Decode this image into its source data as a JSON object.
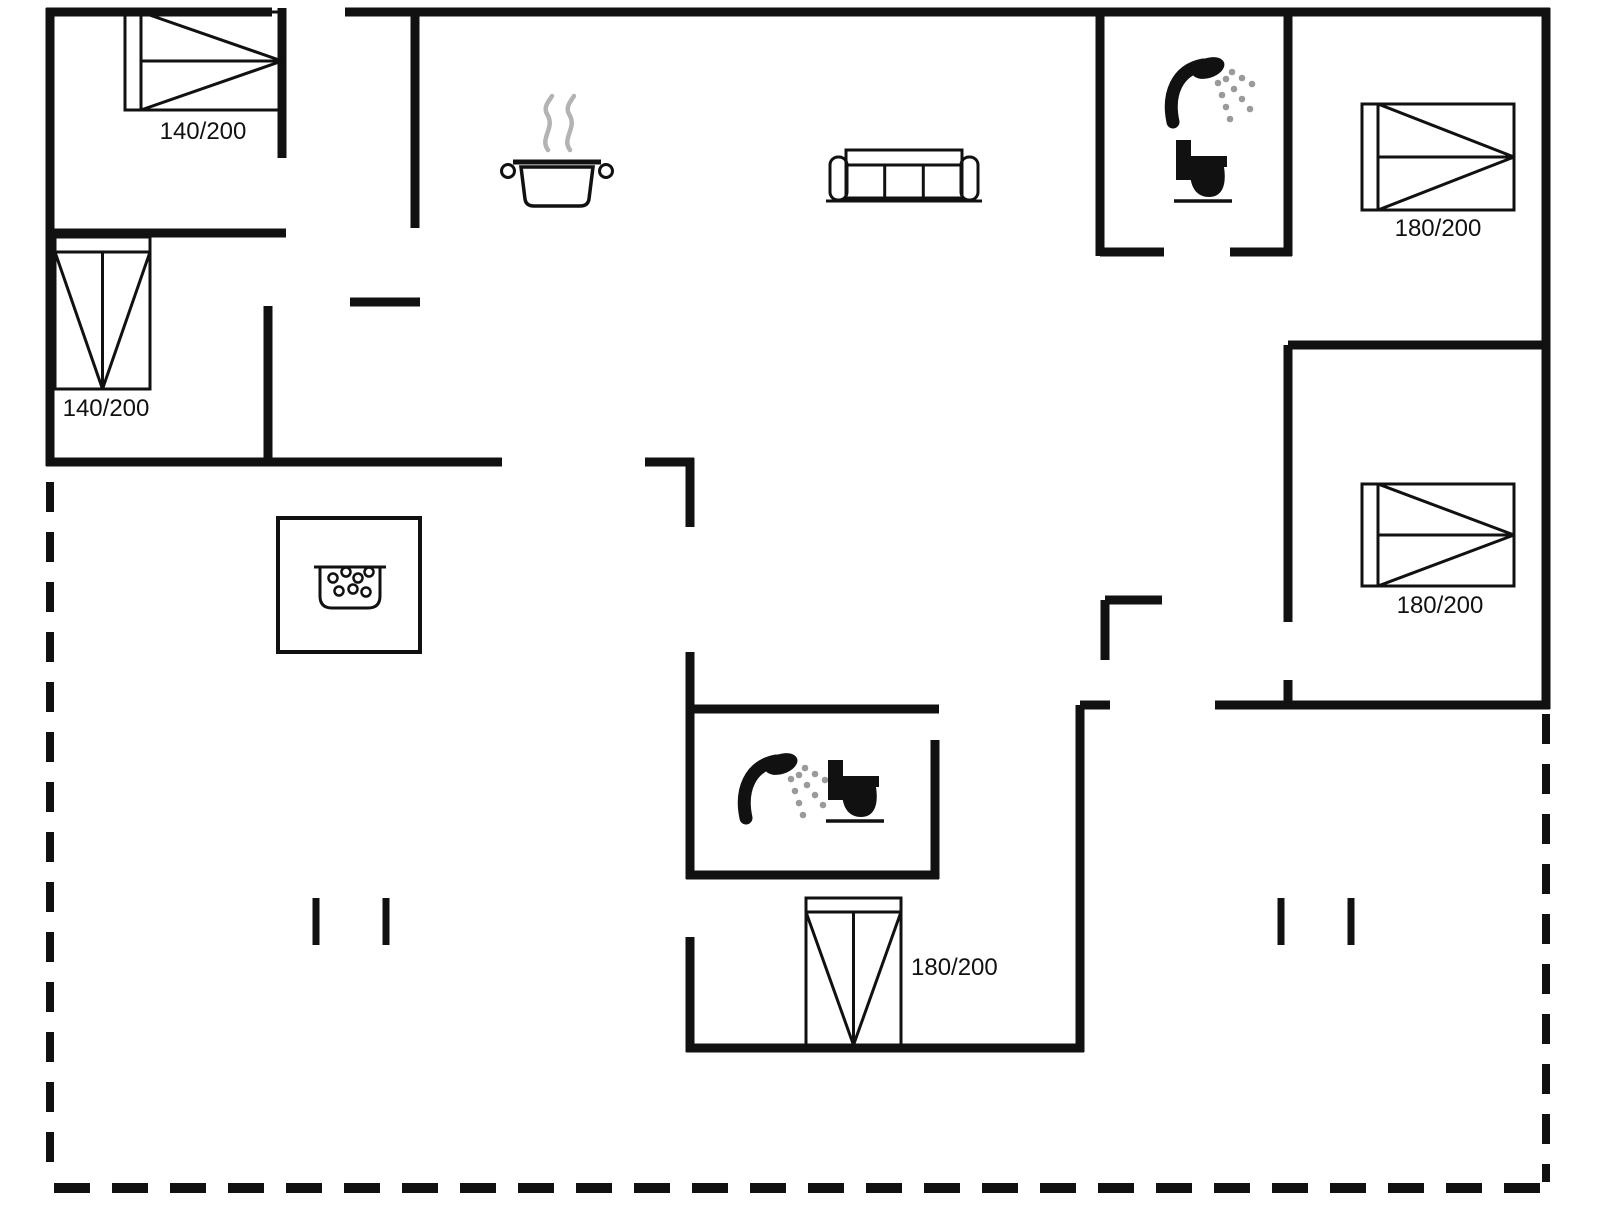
{
  "page": {
    "type": "floor-plan-drawing",
    "background": "#ffffff"
  },
  "plan": {
    "wall_color": "#111111",
    "detail_gray": "#9a9a9a",
    "steam_gray": "#b3b3b3",
    "labels": {
      "bed_top_left": "140/200",
      "bed_left": "140/200",
      "bed_top_right": "180/200",
      "bed_mid_right": "180/200",
      "bed_bottom": "180/200"
    },
    "icons": [
      {
        "name": "double-bed-icon",
        "count": 5
      },
      {
        "name": "shower-icon",
        "count": 2
      },
      {
        "name": "toilet-icon",
        "count": 2
      },
      {
        "name": "sofa-icon",
        "count": 1
      },
      {
        "name": "stove-pot-icon",
        "count": 1
      },
      {
        "name": "whirlpool-tub-icon",
        "count": 1
      },
      {
        "name": "terrace-dashed-boundary",
        "count": 3
      },
      {
        "name": "terrace-post",
        "count": 4
      }
    ]
  }
}
